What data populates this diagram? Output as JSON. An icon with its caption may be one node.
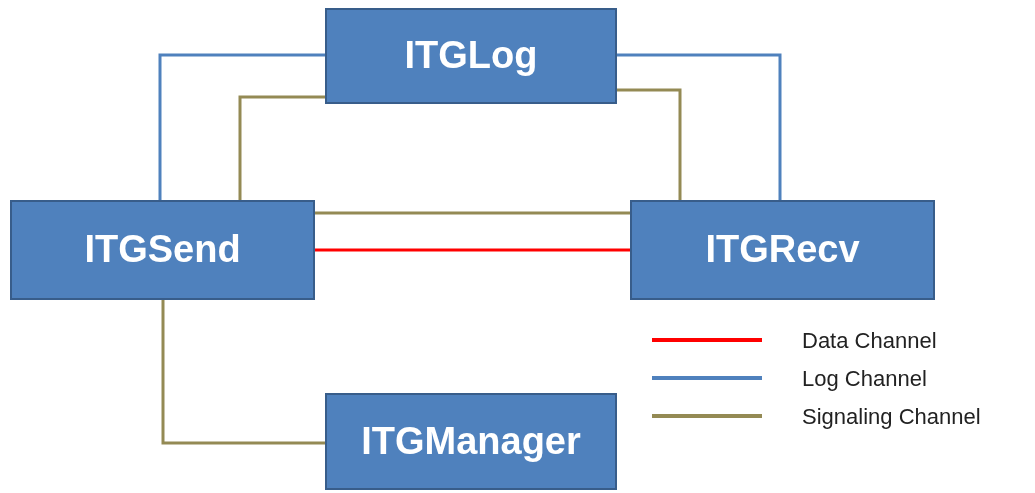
{
  "diagram": {
    "nodes": [
      {
        "text": [
          "ITGLog"
        ]
      },
      {
        "text": [
          "ITGSend"
        ]
      },
      {
        "text": [
          "ITGRecv"
        ]
      },
      {
        "text": [
          "ITGManager"
        ]
      }
    ],
    "edges": [
      {
        "from": 1,
        "to": 0,
        "arrow": "none",
        "color": "#4f81bd"
      },
      {
        "from": 2,
        "to": 0,
        "arrow": "none",
        "color": "#4f81bd"
      },
      {
        "from": 1,
        "to": 0,
        "arrow": "none"
      },
      {
        "from": 2,
        "to": 0,
        "arrow": "none"
      },
      {
        "from": 1,
        "to": 2,
        "arrow": "none"
      },
      {
        "from": 1,
        "to": 2,
        "arrow": "none",
        "color": "#ff0000"
      },
      {
        "from": 1,
        "to": 3,
        "arrow": "none"
      }
    ],
    "legend": [
      {
        "text": "Data Channel",
        "color": "#ff0000"
      },
      {
        "text": "Log Channel",
        "color": "#4f81bd"
      },
      {
        "text": "Signaling Channel",
        "color": "#948a54"
      }
    ]
  }
}
